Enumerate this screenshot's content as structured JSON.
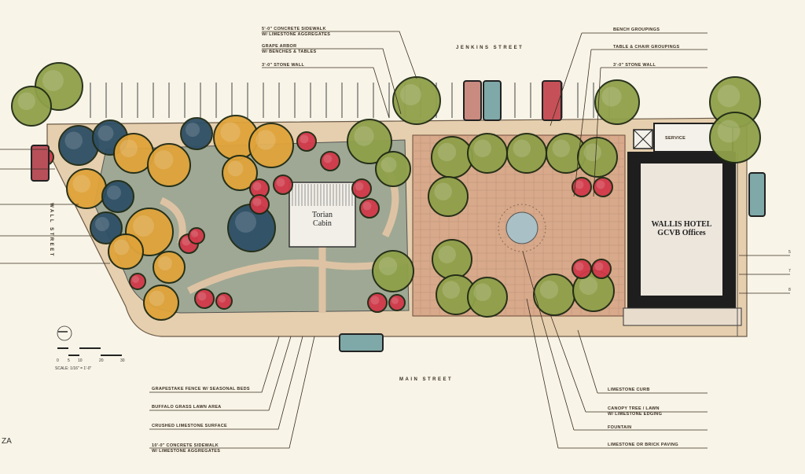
{
  "streets": {
    "top": "JENKINS STREET",
    "bottom": "MAIN STREET",
    "left": "WALL STREET"
  },
  "labels_top_left": [
    {
      "line1": "5'-0\" CONCRETE SIDEWALK",
      "line2": "W/ LIMESTONE AGGREGATES"
    },
    {
      "line1": "GRAPE ARBOR",
      "line2": "W/ BENCHES & TABLES"
    },
    {
      "line1": "3'-0\" STONE WALL",
      "line2": ""
    }
  ],
  "labels_top_right": [
    {
      "line1": "BENCH GROUPINGS"
    },
    {
      "line1": "TABLE & CHAIR GROUPINGS"
    },
    {
      "line1": "3'-0\" STONE WALL"
    }
  ],
  "labels_bottom_left": [
    {
      "line1": "GRAPESTAKE FENCE W/ SEASONAL BEDS",
      "line2": ""
    },
    {
      "line1": "BUFFALO GRASS LAWN AREA",
      "line2": ""
    },
    {
      "line1": "CRUSHED LIMESTONE SURFACE",
      "line2": ""
    },
    {
      "line1": "10'-0\" CONCRETE SIDEWALK",
      "line2": "W/ LIMESTONE AGGREGATES"
    }
  ],
  "labels_bottom_right": [
    {
      "line1": "LIMESTONE CURB",
      "line2": ""
    },
    {
      "line1": "CANOPY TREE / LAWN",
      "line2": "W/ LIMESTONE EDGING"
    },
    {
      "line1": "FOUNTAIN",
      "line2": ""
    },
    {
      "line1": "LIMESTONE OR BRICK PAVING",
      "line2": ""
    }
  ],
  "buildings": {
    "cabin": {
      "line1": "Torian",
      "line2": "Cabin"
    },
    "hotel": {
      "line1": "WALLIS HOTEL",
      "line2": "GCVB Offices"
    },
    "service": "SERVICE"
  },
  "scale": {
    "text": "SCALE: 1/16\" = 1'-0\"",
    "ticks": [
      "0",
      "5",
      "10",
      "20",
      "30"
    ]
  },
  "right_marks": [
    "5",
    "7",
    "8"
  ],
  "corner_text": "ZA",
  "colors": {
    "paper": "#f8f4e7",
    "paving": "#e3c7a4",
    "lawn": "#9fa894",
    "tree_green": "#8fa04a",
    "tree_orange": "#e0a33a",
    "shrub_red": "#d2394a",
    "shrub_blue": "#2e4f66",
    "hotel_border": "#1e1e1e"
  }
}
